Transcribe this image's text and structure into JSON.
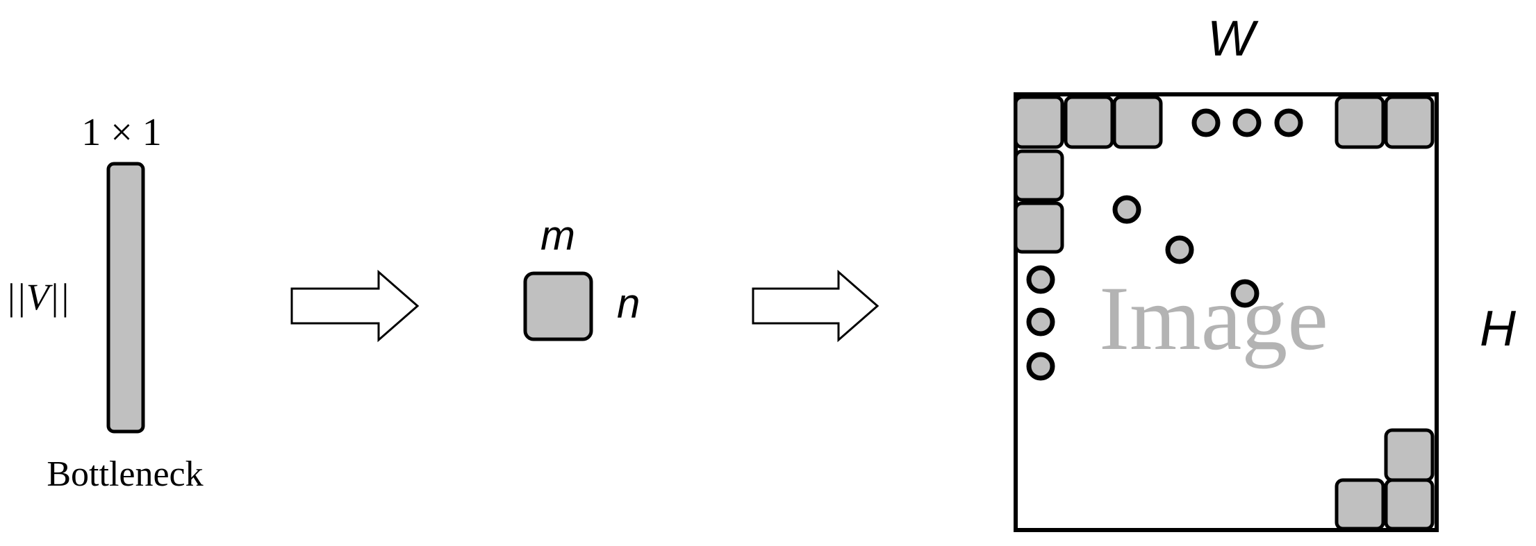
{
  "bottleneck": {
    "size_label": "1 × 1",
    "length_label": "||V||",
    "caption": "Bottleneck"
  },
  "patch": {
    "width_label": "m",
    "height_label": "n"
  },
  "image": {
    "label": "Image",
    "width_label": "W",
    "height_label": "H"
  },
  "colors": {
    "cell_fill": "#c0c0c0",
    "stroke": "#000000",
    "image_text": "#b3b3b3",
    "background": "#ffffff"
  }
}
